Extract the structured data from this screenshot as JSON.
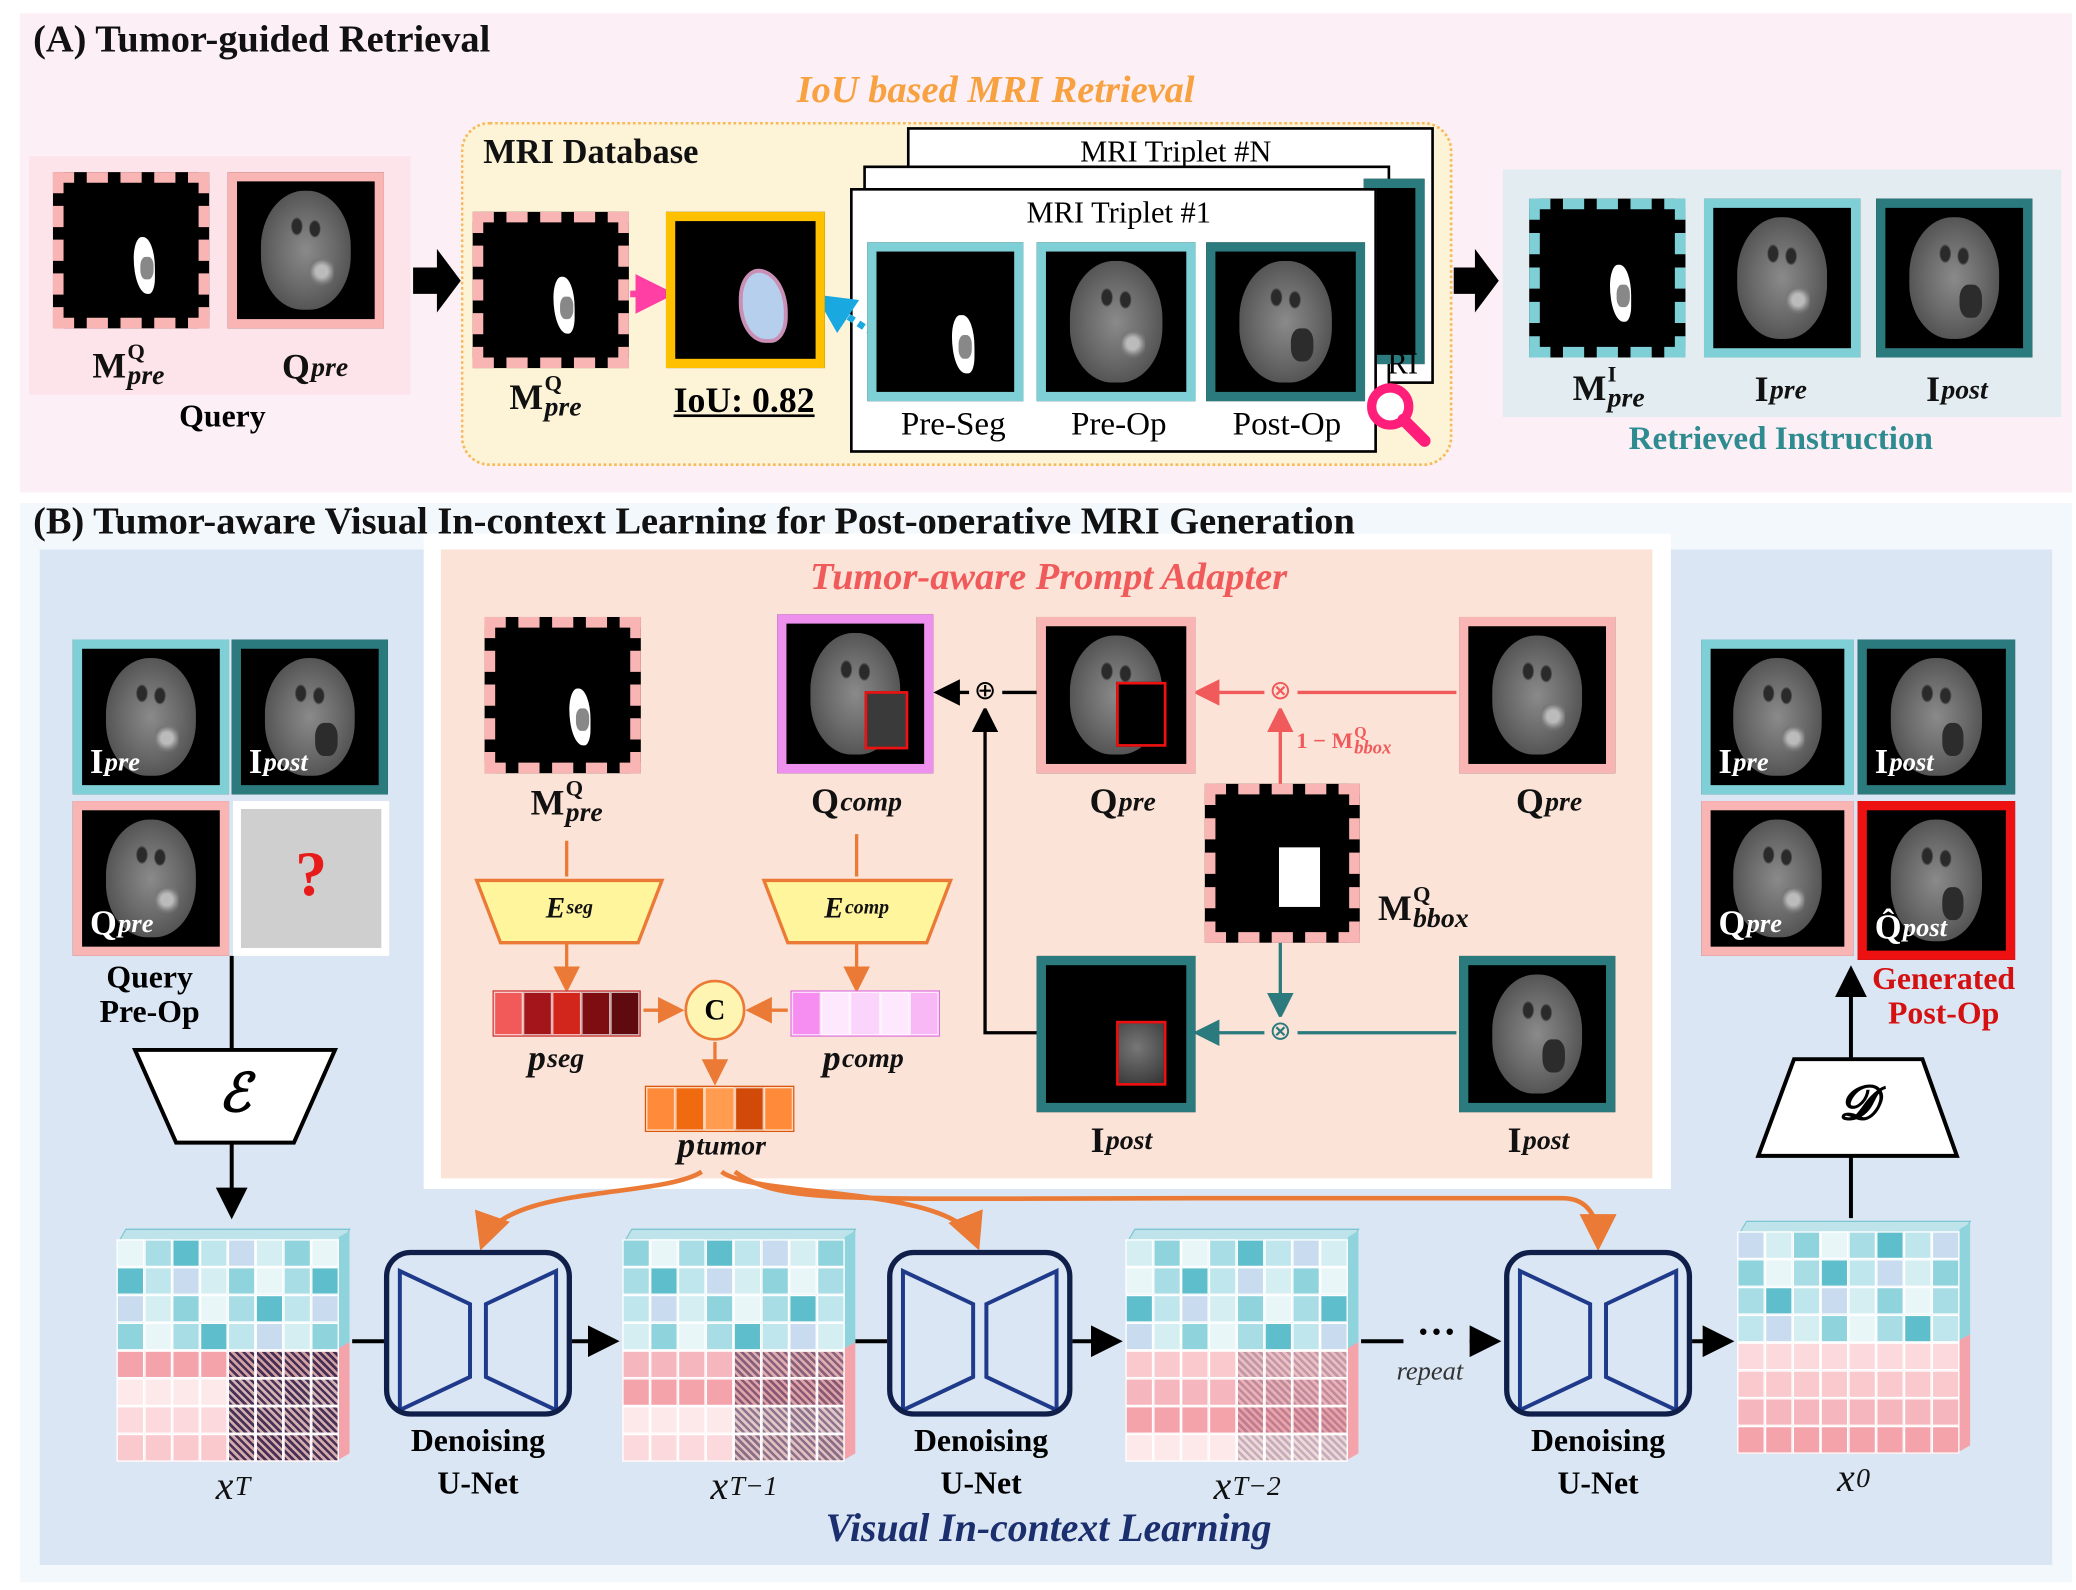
{
  "section_a": {
    "title": "(A) Tumor-guided Retrieval",
    "iou_heading": "IoU based MRI Retrieval",
    "query": {
      "caption": "Query",
      "mask_label": {
        "base": "M",
        "sup": "Q",
        "sub": "pre"
      },
      "image_label": {
        "base": "Q",
        "sup": "",
        "sub": "pre"
      }
    },
    "database": {
      "title": "MRI Database",
      "mask_label": {
        "base": "M",
        "sup": "Q",
        "sub": "pre"
      },
      "iou_text": "IoU: 0.82",
      "triplet_back_title": "MRI Triplet #N",
      "triplet_front_title": "MRI Triplet #1",
      "triplet_partial_text": "RI",
      "columns": [
        "Pre-Seg",
        "Pre-Op",
        "Post-Op"
      ]
    },
    "retrieved": {
      "caption": "Retrieved Instruction",
      "labels": [
        {
          "base": "M",
          "sup": "I",
          "sub": "pre"
        },
        {
          "base": "I",
          "sup": "",
          "sub": "pre"
        },
        {
          "base": "I",
          "sup": "",
          "sub": "post"
        }
      ]
    }
  },
  "section_b": {
    "title": "(B) Tumor-aware Visual In-context Learning for Post-operative MRI Generation",
    "left": {
      "labels": [
        {
          "base": "I",
          "sub": "pre"
        },
        {
          "base": "I",
          "sub": "post"
        },
        {
          "base": "Q",
          "sub": "pre"
        }
      ],
      "unknown": "?",
      "caption_1": "Query",
      "caption_2": "Pre-Op",
      "encoder": "ℰ"
    },
    "adapter": {
      "title": "Tumor-aware Prompt Adapter",
      "mask_label": {
        "base": "M",
        "sup": "Q",
        "sub": "pre"
      },
      "comp_label": {
        "base": "Q",
        "sup": "",
        "sub": "comp"
      },
      "qpre_label": {
        "base": "Q",
        "sup": "",
        "sub": "pre"
      },
      "qpre_src_label": {
        "base": "Q",
        "sup": "",
        "sub": "pre"
      },
      "bbox_label": {
        "base": "M",
        "sup": "Q",
        "sub": "bbox"
      },
      "ipost_label": {
        "base": "I",
        "sup": "",
        "sub": "post"
      },
      "ipost_src_label": {
        "base": "I",
        "sup": "",
        "sub": "post"
      },
      "inverse_mask": {
        "base": "1 − M",
        "sup": "Q",
        "sub": "bbox"
      },
      "seg_encoder": {
        "base": "E",
        "sub": "seg"
      },
      "comp_encoder": {
        "base": "E",
        "sub": "comp"
      },
      "concat": "C",
      "plus": "⊕",
      "times": "⊗",
      "p_seg": {
        "base": "p",
        "sub": "seg"
      },
      "p_comp": {
        "base": "p",
        "sub": "comp"
      },
      "p_tumor": {
        "base": "p",
        "sub": "tumor"
      }
    },
    "pipeline": {
      "unet_line1": "Denoising",
      "unet_line2": "U-Net",
      "latents": [
        {
          "base": "x",
          "sub": "T"
        },
        {
          "base": "x",
          "sub": "T−1"
        },
        {
          "base": "x",
          "sub": "T−2"
        },
        {
          "base": "x",
          "sub": "0"
        }
      ],
      "repeat": "repeat",
      "dots": "···",
      "caption": "Visual In-context Learning"
    },
    "right": {
      "labels": [
        {
          "base": "I",
          "sub": "pre"
        },
        {
          "base": "I",
          "sub": "post"
        },
        {
          "base": "Q",
          "sub": "pre"
        },
        {
          "base": "Q̂",
          "sub": "post"
        }
      ],
      "caption_1": "Generated",
      "caption_2": "Post-Op",
      "decoder": "𝓓"
    }
  },
  "colors": {
    "query_pink": "#f9b4b4",
    "light_teal": "#7fcfd6",
    "dark_teal": "#2b7a7e",
    "gold": "#ffc000",
    "orange": "#f7a140",
    "adapter_red": "#f05a5a",
    "navy": "#1b2f6e",
    "generated_red": "#ee1111"
  }
}
